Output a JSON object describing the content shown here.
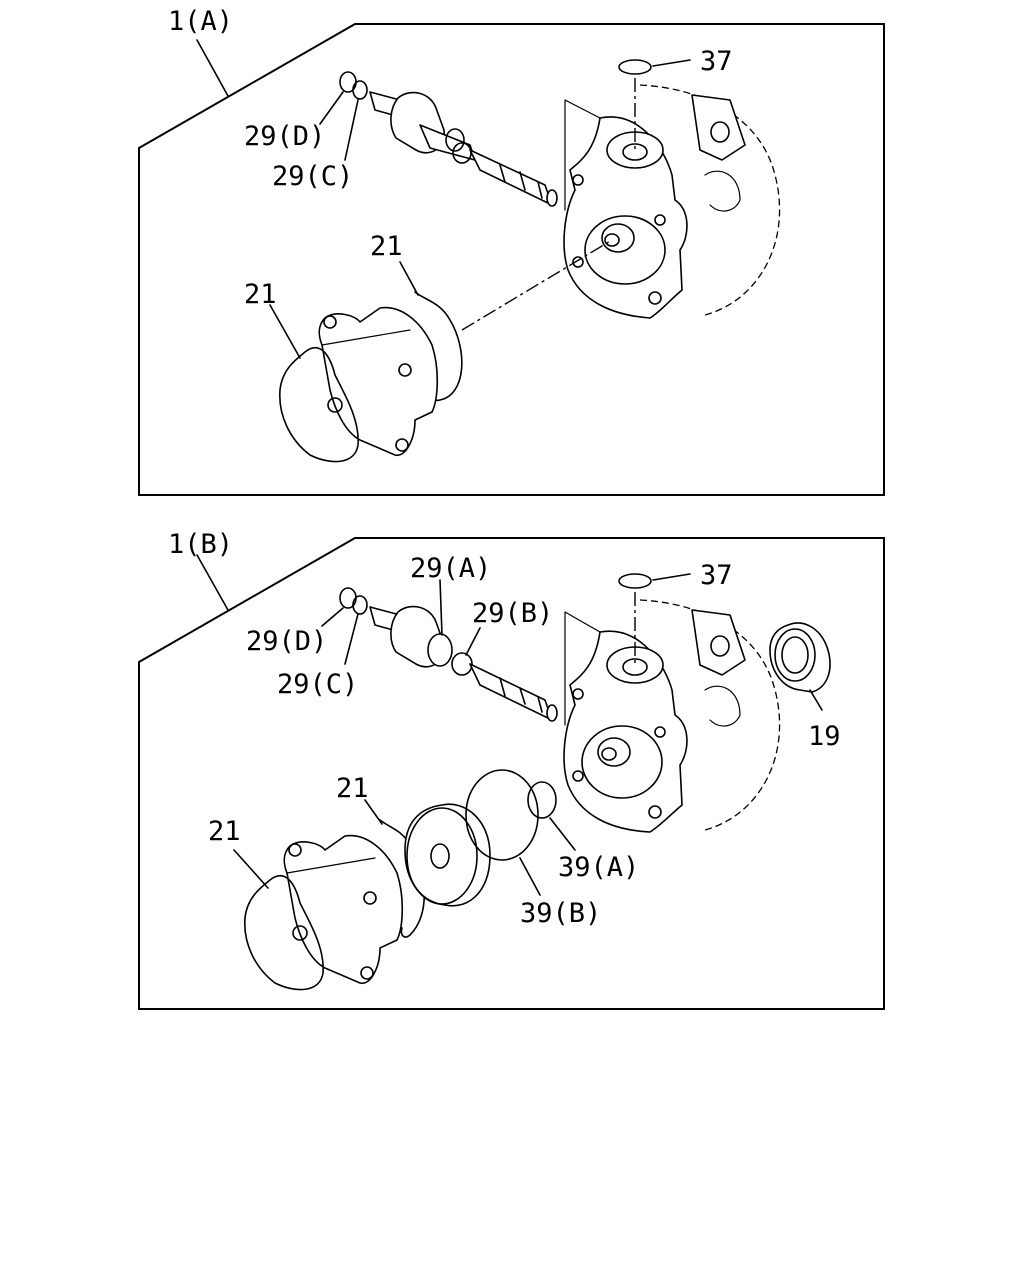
{
  "panel_a": {
    "title": "1(A)",
    "labels": {
      "p37": "37",
      "p29d": "29(D)",
      "p29c": "29(C)",
      "p21_upper": "21",
      "p21_lower": "21"
    }
  },
  "panel_b": {
    "title": "1(B)",
    "labels": {
      "p37": "37",
      "p29a": "29(A)",
      "p29b": "29(B)",
      "p29d": "29(D)",
      "p29c": "29(C)",
      "p19": "19",
      "p21_upper": "21",
      "p21_lower": "21",
      "p39a": "39(A)",
      "p39b": "39(B)"
    }
  }
}
